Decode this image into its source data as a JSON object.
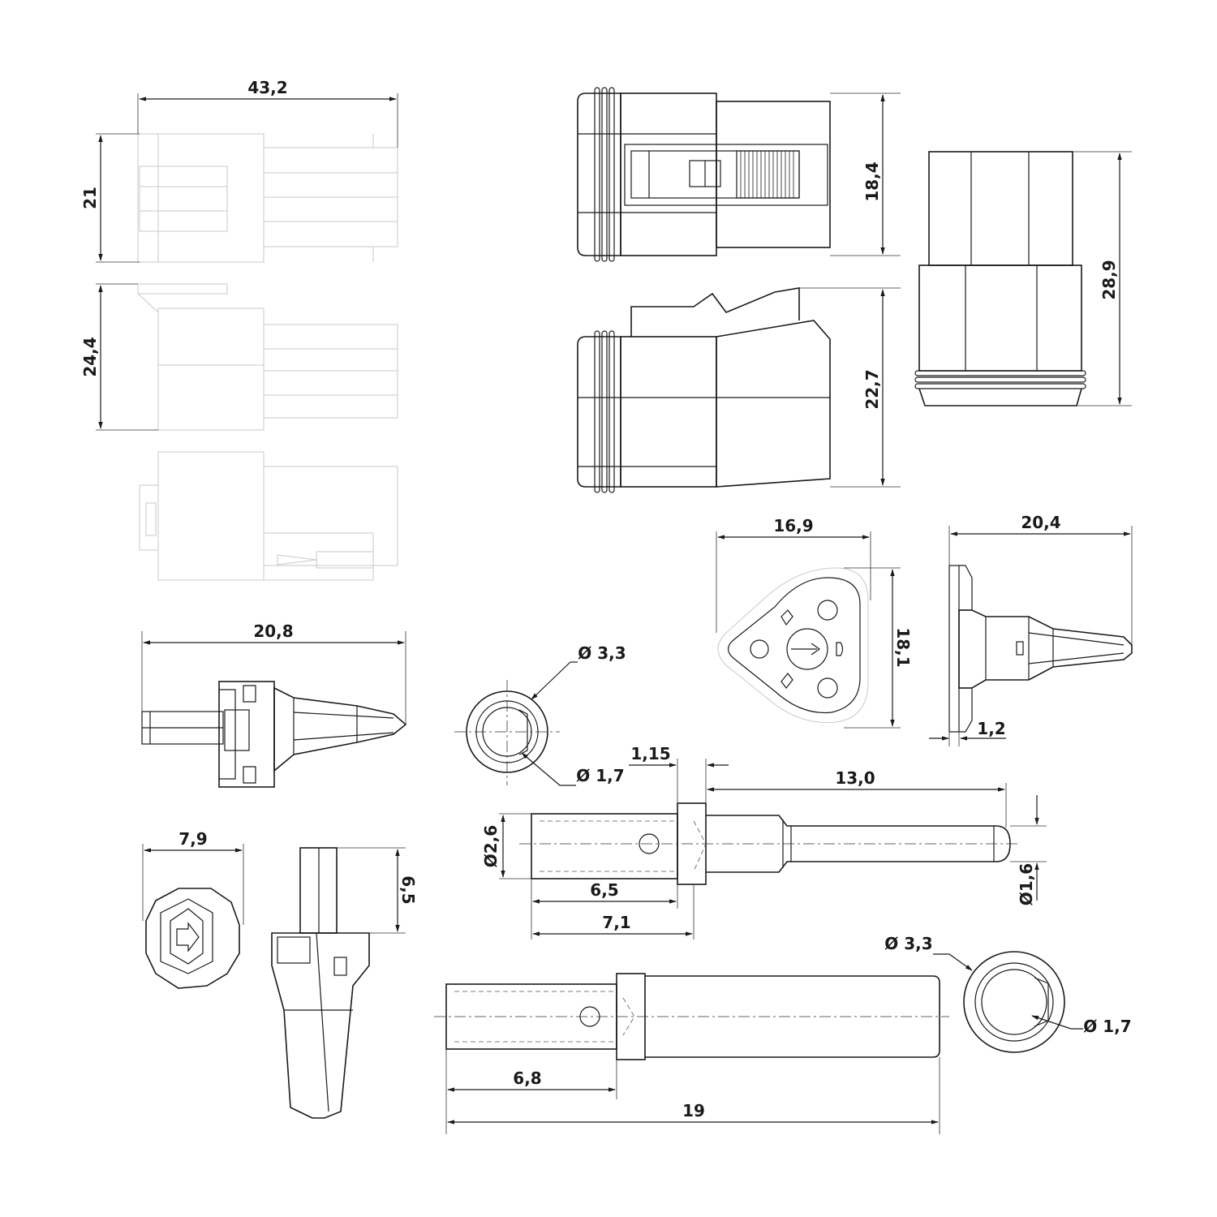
{
  "dimensions": {
    "top_view_length": "43,2",
    "top_view_height": "21",
    "side_view_height": "24,4",
    "front_top_height": "18,4",
    "front_side_height": "22,7",
    "end_view_height": "28,9",
    "face_width": "16,9",
    "face_height": "18,1",
    "plug_length": "20,4",
    "plug_flange": "1,2",
    "wedge_length": "20,8",
    "wedge_face_width": "7,9",
    "wedge_tip_height": "6,5",
    "socket_outer_dia": "Ø 3,3",
    "socket_inner_dia": "Ø 1,7",
    "pin_collar": "1,15",
    "pin_shaft_length": "13,0",
    "pin_barrel_dia": "Ø2,6",
    "pin_tip_dia": "Ø1,6",
    "pin_crimp_length": "6,5",
    "pin_to_collar_length": "7,1",
    "socket2_outer_dia": "Ø 3,3",
    "socket2_inner_dia": "Ø 1,7",
    "socket2_crimp_length": "6,8",
    "socket2_total_length": "19"
  }
}
